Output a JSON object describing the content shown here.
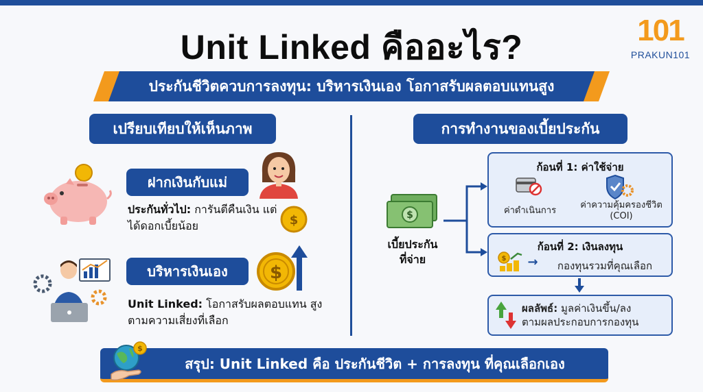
{
  "title": "Unit Linked คืออะไร?",
  "logo": {
    "digits": "101",
    "brand": "PRAKUN101"
  },
  "subtitle": "ประกันชีวิตควบการลงทุน: บริหารเงินเอง โอกาสรับผลตอบแทนสูง",
  "left_section": {
    "heading": "เปรียบเทียบให้เห็นภาพ",
    "item1": {
      "label": "ฝากเงินกับแม่",
      "desc_bold": "ประกันทั่วไป:",
      "desc_rest": " การันตีคืนเงิน แต่ได้ดอกเบี้ยน้อย"
    },
    "item2": {
      "label": "บริหารเงินเอง",
      "desc_bold": "Unit Linked:",
      "desc_rest": " โอกาสรับผลตอบแทน สูงตามความเสี่ยงที่เลือก"
    }
  },
  "right_section": {
    "heading": "การทำงานของเบี้ยประกัน",
    "payer_label_line1": "เบี้ยประกัน",
    "payer_label_line2": "ที่จ่าย",
    "card1": {
      "title": "ก้อนที่ 1: ค่าใช้จ่าย",
      "left_label": "ค่าดำเนินการ",
      "right_label_line1": "ค่าความคุ้มครองชีวิต",
      "right_label_line2": "(COI)"
    },
    "card2": {
      "title": "ก้อนที่ 2: เงินลงทุน",
      "arrow": "→",
      "label": "กองทุนรวมที่คุณเลือก"
    },
    "card3": {
      "title_bold": "ผลลัพธ์:",
      "title_rest": " มูลค่าเงินขึ้น/ลง",
      "line2": "ตามผลประกอบการกองทุน"
    }
  },
  "summary": "สรุป: Unit Linked คือ ประกันชีวิต + การลงทุน ที่คุณเลือกเอง",
  "colors": {
    "navy": "#1e4d9b",
    "orange": "#f39a1d",
    "card_bg": "#e7eefa"
  }
}
